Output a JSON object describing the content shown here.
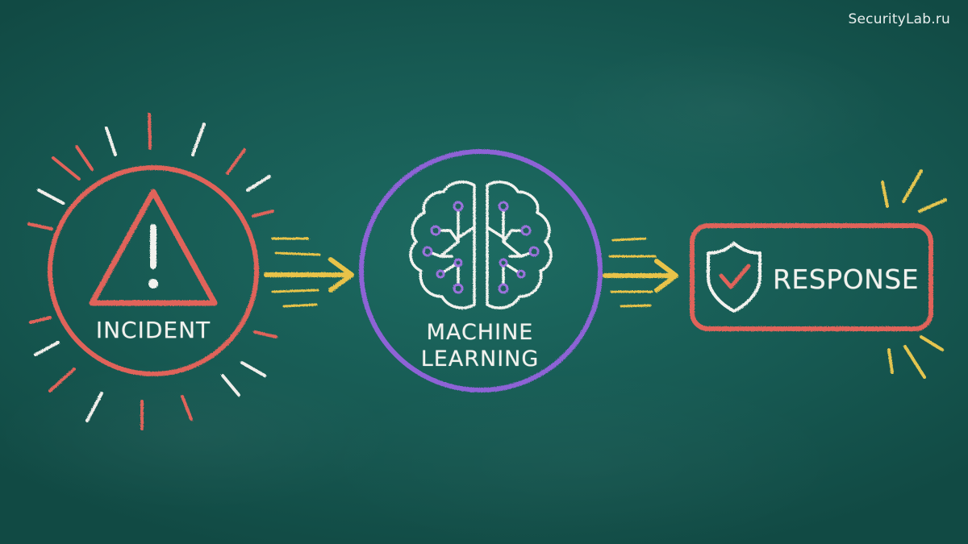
{
  "watermark": "SecurityLab.ru",
  "stages": {
    "incident": {
      "label": "INCIDENT",
      "icon": "warning-triangle-icon",
      "color": "#e0635a"
    },
    "ml": {
      "label_line1": "MACHINE",
      "label_line2": "LEARNING",
      "icon": "brain-circuit-icon",
      "color": "#8e63d6"
    },
    "response": {
      "label": "RESPONSE",
      "icon": "shield-check-icon",
      "color": "#e0635a"
    }
  },
  "colors": {
    "board": "#175a53",
    "chalk_white": "#f2f2ee",
    "arrow_yellow": "#e8c34a",
    "ray_yellow": "#e4c54f"
  }
}
